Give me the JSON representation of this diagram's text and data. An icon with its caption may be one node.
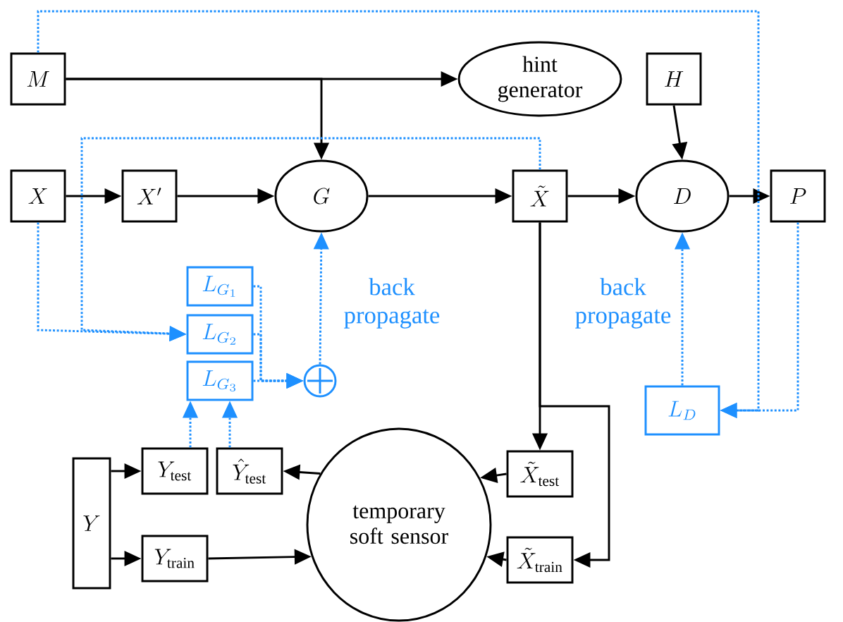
{
  "diagram": {
    "nodes": [
      {
        "text": [
          "M"
        ]
      },
      {
        "text": [
          "hint generator"
        ]
      },
      {
        "text": [
          "H"
        ]
      },
      {
        "text": [
          "X"
        ]
      },
      {
        "text": [
          "X'"
        ]
      },
      {
        "text": [
          "G"
        ]
      },
      {
        "text": [
          "\\tilde{X}"
        ]
      },
      {
        "text": [
          "D"
        ]
      },
      {
        "text": [
          "P"
        ]
      },
      {
        "text": [
          "L_{G_1}"
        ]
      },
      {
        "text": [
          "L_{G_2}"
        ]
      },
      {
        "text": [
          "L_{G_3}"
        ]
      },
      {
        "text": [],
        "shape": "circle"
      },
      {
        "text": [
          "L_D"
        ]
      },
      {
        "text": [
          "Y"
        ]
      },
      {
        "text": [
          "Y_{\\mathrm{test}}"
        ]
      },
      {
        "text": [
          "\\hat{Y}_{\\mathrm{test}}"
        ]
      },
      {
        "text": [
          "temporary soft sensor"
        ]
      },
      {
        "text": [
          "\\tilde{X}_{\\mathrm{test}}"
        ]
      },
      {
        "text": [
          "Y_{\\mathrm{train}}"
        ]
      },
      {
        "text": [
          "\\tilde{X}_{\\mathrm{train}}"
        ]
      }
    ],
    "edges": [
      {
        "from": 0,
        "to": 1,
        "arrow": "to"
      },
      {
        "from": 0,
        "to": 5,
        "arrow": "to"
      },
      {
        "from": 2,
        "to": 7,
        "arrow": "to"
      },
      {
        "from": 3,
        "to": 4,
        "arrow": "to"
      },
      {
        "from": 4,
        "to": 5,
        "arrow": "to"
      },
      {
        "from": 5,
        "to": 6,
        "arrow": "to"
      },
      {
        "from": 6,
        "to": 7,
        "arrow": "to"
      },
      {
        "from": 7,
        "to": 8,
        "arrow": "to"
      },
      {
        "from": 6,
        "to": 18,
        "arrow": "to"
      },
      {
        "from": 6,
        "to": 20,
        "arrow": "to"
      },
      {
        "from": 18,
        "to": 17,
        "arrow": "to"
      },
      {
        "from": 19,
        "to": 17,
        "arrow": "to"
      },
      {
        "from": 20,
        "to": 17,
        "arrow": "to"
      },
      {
        "from": 17,
        "to": 16,
        "arrow": "to"
      },
      {
        "from": 14,
        "to": 15,
        "arrow": "to"
      },
      {
        "from": 14,
        "to": 19,
        "arrow": "to"
      },
      {
        "from": 15,
        "to": 11,
        "arrow": "to",
        "style": "dashed",
        "color": "#1e90ff"
      },
      {
        "from": 16,
        "to": 11,
        "arrow": "to",
        "style": "dashed",
        "color": "#1e90ff"
      },
      {
        "from": 9,
        "to": 12,
        "arrow": "to",
        "style": "dashed",
        "color": "#1e90ff"
      },
      {
        "from": 10,
        "to": 12,
        "arrow": "to",
        "style": "dashed",
        "color": "#1e90ff"
      },
      {
        "from": 11,
        "to": 12,
        "arrow": "to",
        "style": "dashed",
        "color": "#1e90ff"
      },
      {
        "from": 12,
        "to": 5,
        "arrow": "to",
        "style": "dashed",
        "color": "#1e90ff",
        "label": "back propagate"
      },
      {
        "from": 13,
        "to": 7,
        "arrow": "to",
        "style": "dashed",
        "color": "#1e90ff",
        "label": "back propagate"
      },
      {
        "from": 8,
        "to": 13,
        "arrow": "to",
        "style": "dashed",
        "color": "#1e90ff"
      },
      {
        "from": 0,
        "to": 13,
        "arrow": "to",
        "style": "dashed",
        "color": "#1e90ff"
      },
      {
        "from": 3,
        "to": 10,
        "arrow": "to",
        "style": "dashed",
        "color": "#1e90ff"
      },
      {
        "from": 6,
        "to": 10,
        "arrow": "to",
        "style": "dashed",
        "color": "#1e90ff"
      }
    ]
  }
}
